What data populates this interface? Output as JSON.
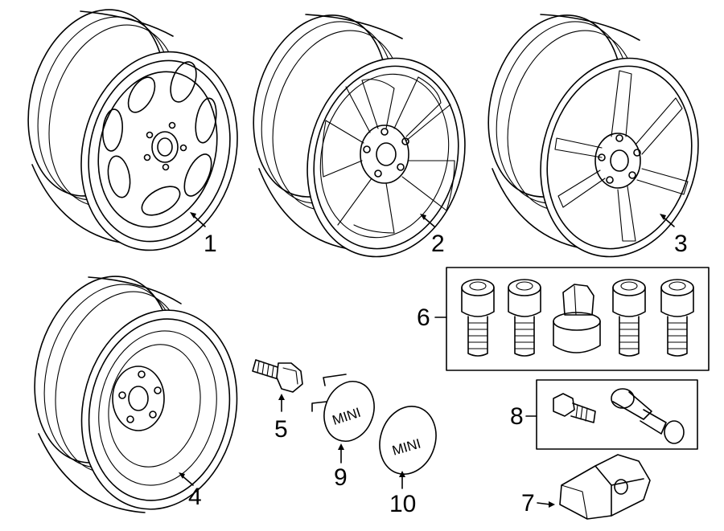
{
  "callouts": {
    "c1": "1",
    "c2": "2",
    "c3": "3",
    "c4": "4",
    "c5": "5",
    "c6": "6",
    "c7": "7",
    "c8": "8",
    "c9": "9",
    "c10": "10"
  },
  "cap_brand": "MINI"
}
